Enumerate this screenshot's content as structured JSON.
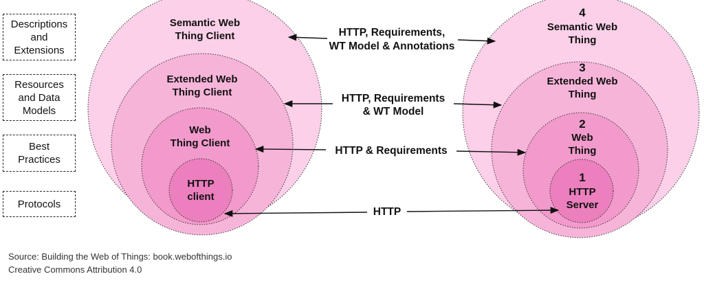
{
  "layers": [
    "Descriptions\nand\nExtensions",
    "Resources\nand Data\nModels",
    "Best\nPractices",
    "Protocols"
  ],
  "client_circles": [
    [
      "Semantic Web",
      "Thing Client"
    ],
    [
      "Extended Web",
      "Thing Client"
    ],
    [
      "Web",
      "Thing Client"
    ],
    [
      "HTTP",
      "client"
    ]
  ],
  "thing_circles": [
    {
      "number": "4",
      "label": [
        "Semantic Web",
        "Thing"
      ]
    },
    {
      "number": "3",
      "label": [
        "Extended Web",
        "Thing"
      ]
    },
    {
      "number": "2",
      "label": [
        "Web",
        "Thing"
      ]
    },
    {
      "number": "1",
      "label": [
        "HTTP",
        "Server"
      ]
    }
  ],
  "arrows": [
    [
      "HTTP, Requirements,",
      "WT Model & Annotations"
    ],
    [
      "HTTP, Requirements",
      "& WT Model"
    ],
    [
      "HTTP & Requirements"
    ],
    [
      "HTTP"
    ]
  ],
  "source": {
    "line1": "Source: Building the Web of Things: book.webofthings.io",
    "line2": "Creative Commons Attribution 4.0"
  },
  "colors": {
    "ring1": "#fbd0e8",
    "ring2": "#f7b4d9",
    "ring3": "#f29acb",
    "ring4": "#ec7fbd",
    "stroke": "#333333"
  }
}
